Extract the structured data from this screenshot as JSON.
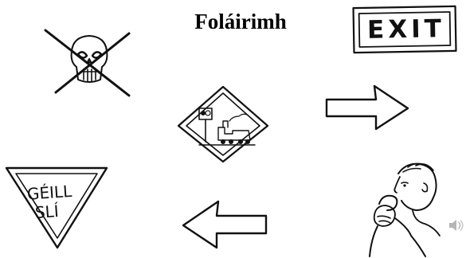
{
  "page": {
    "title": "Foláirimh"
  },
  "signs": {
    "poison": {
      "icon": "crossed-out-skull-icon"
    },
    "exit": {
      "text": "EXIT",
      "icon": "exit-sign-icon"
    },
    "train": {
      "icon": "railway-crossing-sign-icon"
    },
    "arrow_right": {
      "icon": "right-arrow-icon"
    },
    "yield": {
      "line1": "GÉILL",
      "line2": "SLÍ",
      "icon": "yield-sign-icon"
    },
    "arrow_left": {
      "icon": "left-arrow-icon"
    },
    "whistle": {
      "icon": "person-whistling-icon"
    }
  },
  "controls": {
    "audio": {
      "icon": "speaker-icon"
    }
  }
}
